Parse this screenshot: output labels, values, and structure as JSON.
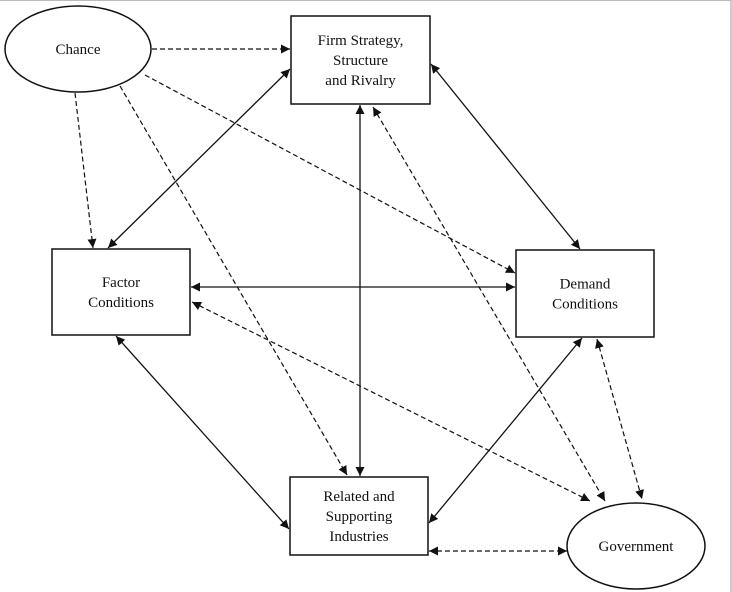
{
  "nodes": {
    "chance": {
      "label": [
        "Chance"
      ],
      "shape": "ellipse"
    },
    "firm": {
      "label": [
        "Firm Strategy,",
        "Structure",
        "and Rivalry"
      ],
      "shape": "box"
    },
    "factor": {
      "label": [
        "Factor",
        "Conditions"
      ],
      "shape": "box"
    },
    "demand": {
      "label": [
        "Demand",
        "Conditions"
      ],
      "shape": "box"
    },
    "related": {
      "label": [
        "Related and",
        "Supporting",
        "Industries"
      ],
      "shape": "box"
    },
    "government": {
      "label": [
        "Government"
      ],
      "shape": "ellipse"
    }
  },
  "edges": [
    {
      "from": "chance",
      "to": "firm",
      "style": "dashed",
      "direction": "forward"
    },
    {
      "from": "chance",
      "to": "factor",
      "style": "dashed",
      "direction": "forward"
    },
    {
      "from": "chance",
      "to": "related",
      "style": "dashed",
      "direction": "forward"
    },
    {
      "from": "chance",
      "to": "demand",
      "style": "dashed",
      "direction": "forward"
    },
    {
      "from": "firm",
      "to": "factor",
      "style": "solid",
      "direction": "both"
    },
    {
      "from": "firm",
      "to": "demand",
      "style": "solid",
      "direction": "both"
    },
    {
      "from": "firm",
      "to": "related",
      "style": "solid",
      "direction": "both"
    },
    {
      "from": "firm",
      "to": "government",
      "style": "dashed",
      "direction": "both"
    },
    {
      "from": "factor",
      "to": "demand",
      "style": "solid",
      "direction": "both"
    },
    {
      "from": "factor",
      "to": "government",
      "style": "dashed",
      "direction": "both"
    },
    {
      "from": "factor",
      "to": "related",
      "style": "solid",
      "direction": "both"
    },
    {
      "from": "demand",
      "to": "related",
      "style": "solid",
      "direction": "both"
    },
    {
      "from": "demand",
      "to": "government",
      "style": "dashed",
      "direction": "both"
    },
    {
      "from": "related",
      "to": "government",
      "style": "dashed",
      "direction": "both"
    }
  ]
}
